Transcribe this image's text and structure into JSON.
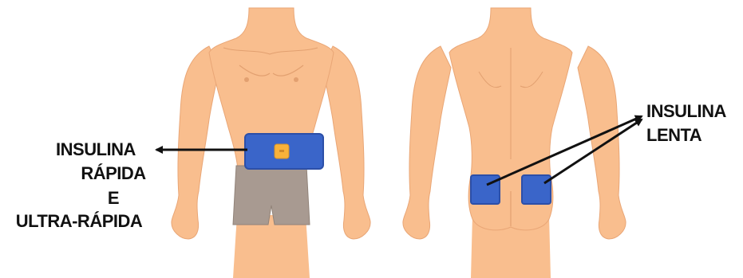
{
  "labels": {
    "left": {
      "line1": "INSULINA",
      "line2": "RÁPIDA",
      "line3": "E",
      "line4": "ULTRA-RÁPIDA"
    },
    "right": {
      "line1": "INSULINA",
      "line2": "LENTA"
    }
  },
  "colors": {
    "skin": "#F9BE8E",
    "skin_shade": "#E9A676",
    "shorts": "#A89A91",
    "zone_blue": "#3A65C9",
    "zone_blue_border": "#2C4FA8",
    "zone_orange": "#F9B23A",
    "arrow": "#111111"
  },
  "icons": [
    "front-body",
    "back-body",
    "abdomen-zone",
    "navel-marker",
    "gluteal-zone-left",
    "gluteal-zone-right"
  ]
}
